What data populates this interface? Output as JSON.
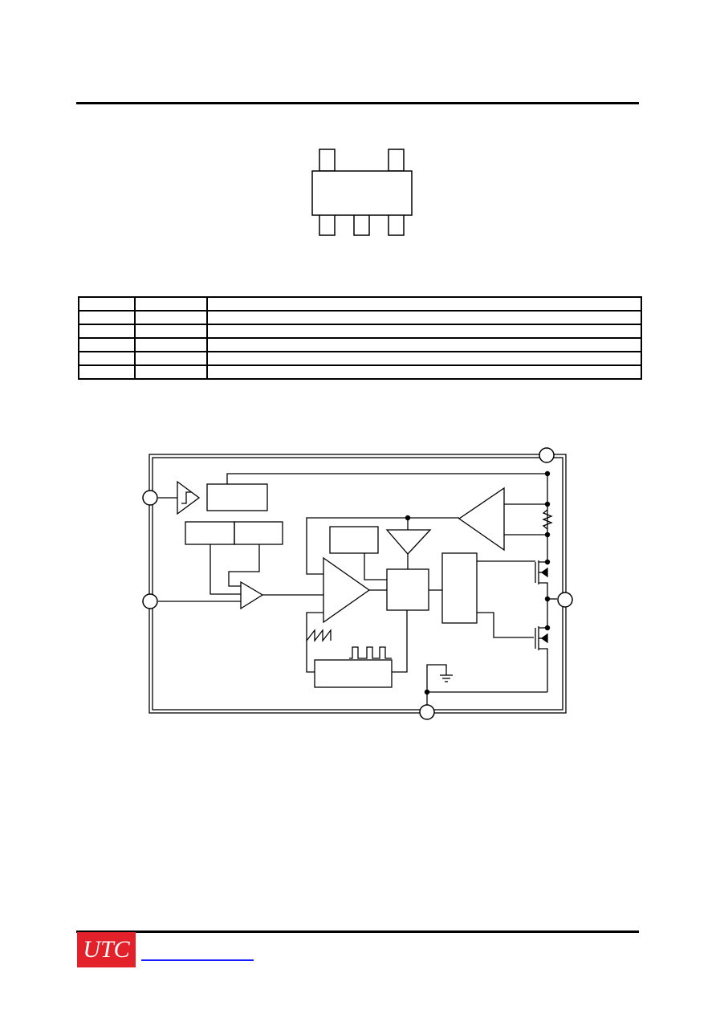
{
  "footer": {
    "logo_text": "UTC",
    "logo_color": "#e3212b",
    "link_color": "#1a1aff"
  },
  "pin_table": {
    "rows": 6,
    "columns": 3
  }
}
